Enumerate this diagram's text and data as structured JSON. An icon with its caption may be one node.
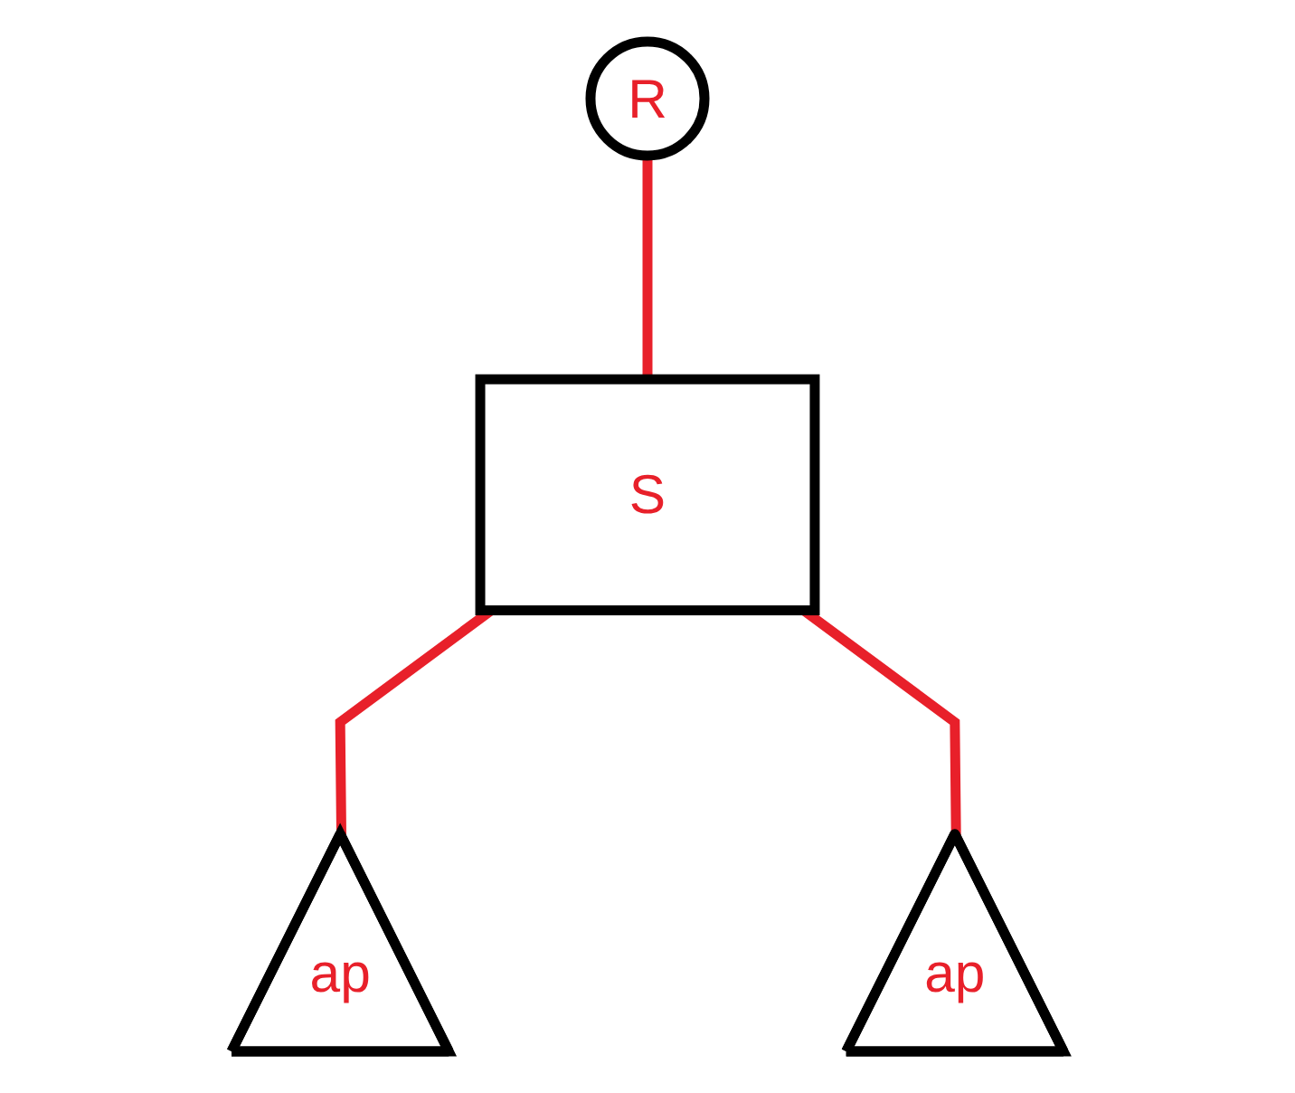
{
  "diagram": {
    "nodes": [
      {
        "text": [
          "R"
        ]
      },
      {
        "text": [
          "S"
        ]
      },
      {
        "text": [
          "ap"
        ]
      },
      {
        "text": [
          "ap"
        ]
      }
    ],
    "edges": [
      {
        "from": 0,
        "to": 1,
        "arrow": "none"
      },
      {
        "from": 1,
        "to": 2,
        "arrow": "none"
      },
      {
        "from": 1,
        "to": 3,
        "arrow": "none"
      }
    ]
  }
}
